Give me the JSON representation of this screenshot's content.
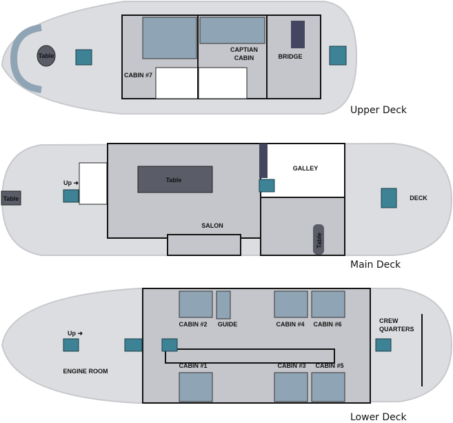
{
  "upper_deck": {
    "title": "Upper Deck",
    "table": "Table",
    "cabin7": "CABIN #7",
    "captain_cabin_1": "CAPTIAN",
    "captain_cabin_2": "CABIN",
    "bridge": "BRIDGE"
  },
  "main_deck": {
    "title": "Main Deck",
    "up": "Up ➜",
    "table_left": "Table",
    "salon_table": "Table",
    "salon": "SALON",
    "galley": "GALLEY",
    "deck": "DECK",
    "table_vertical": "Table"
  },
  "lower_deck": {
    "title": "Lower Deck",
    "up": "Up ➜",
    "engine_room": "ENGINE ROOM",
    "cabin1": "CABIN #1",
    "cabin2": "CABIN #2",
    "cabin3": "CABIN #3",
    "cabin4": "CABIN #4",
    "cabin5": "CABIN #5",
    "cabin6": "CABIN #6",
    "guide": "GUIDE",
    "crew_1": "CREW",
    "crew_2": "QUARTERS"
  },
  "colors": {
    "hull": "#dcdde0",
    "room": "#c5c6cb",
    "bed": "#8fa4b4",
    "stairs": "#3d8295",
    "accent_dark": "#44465f"
  }
}
